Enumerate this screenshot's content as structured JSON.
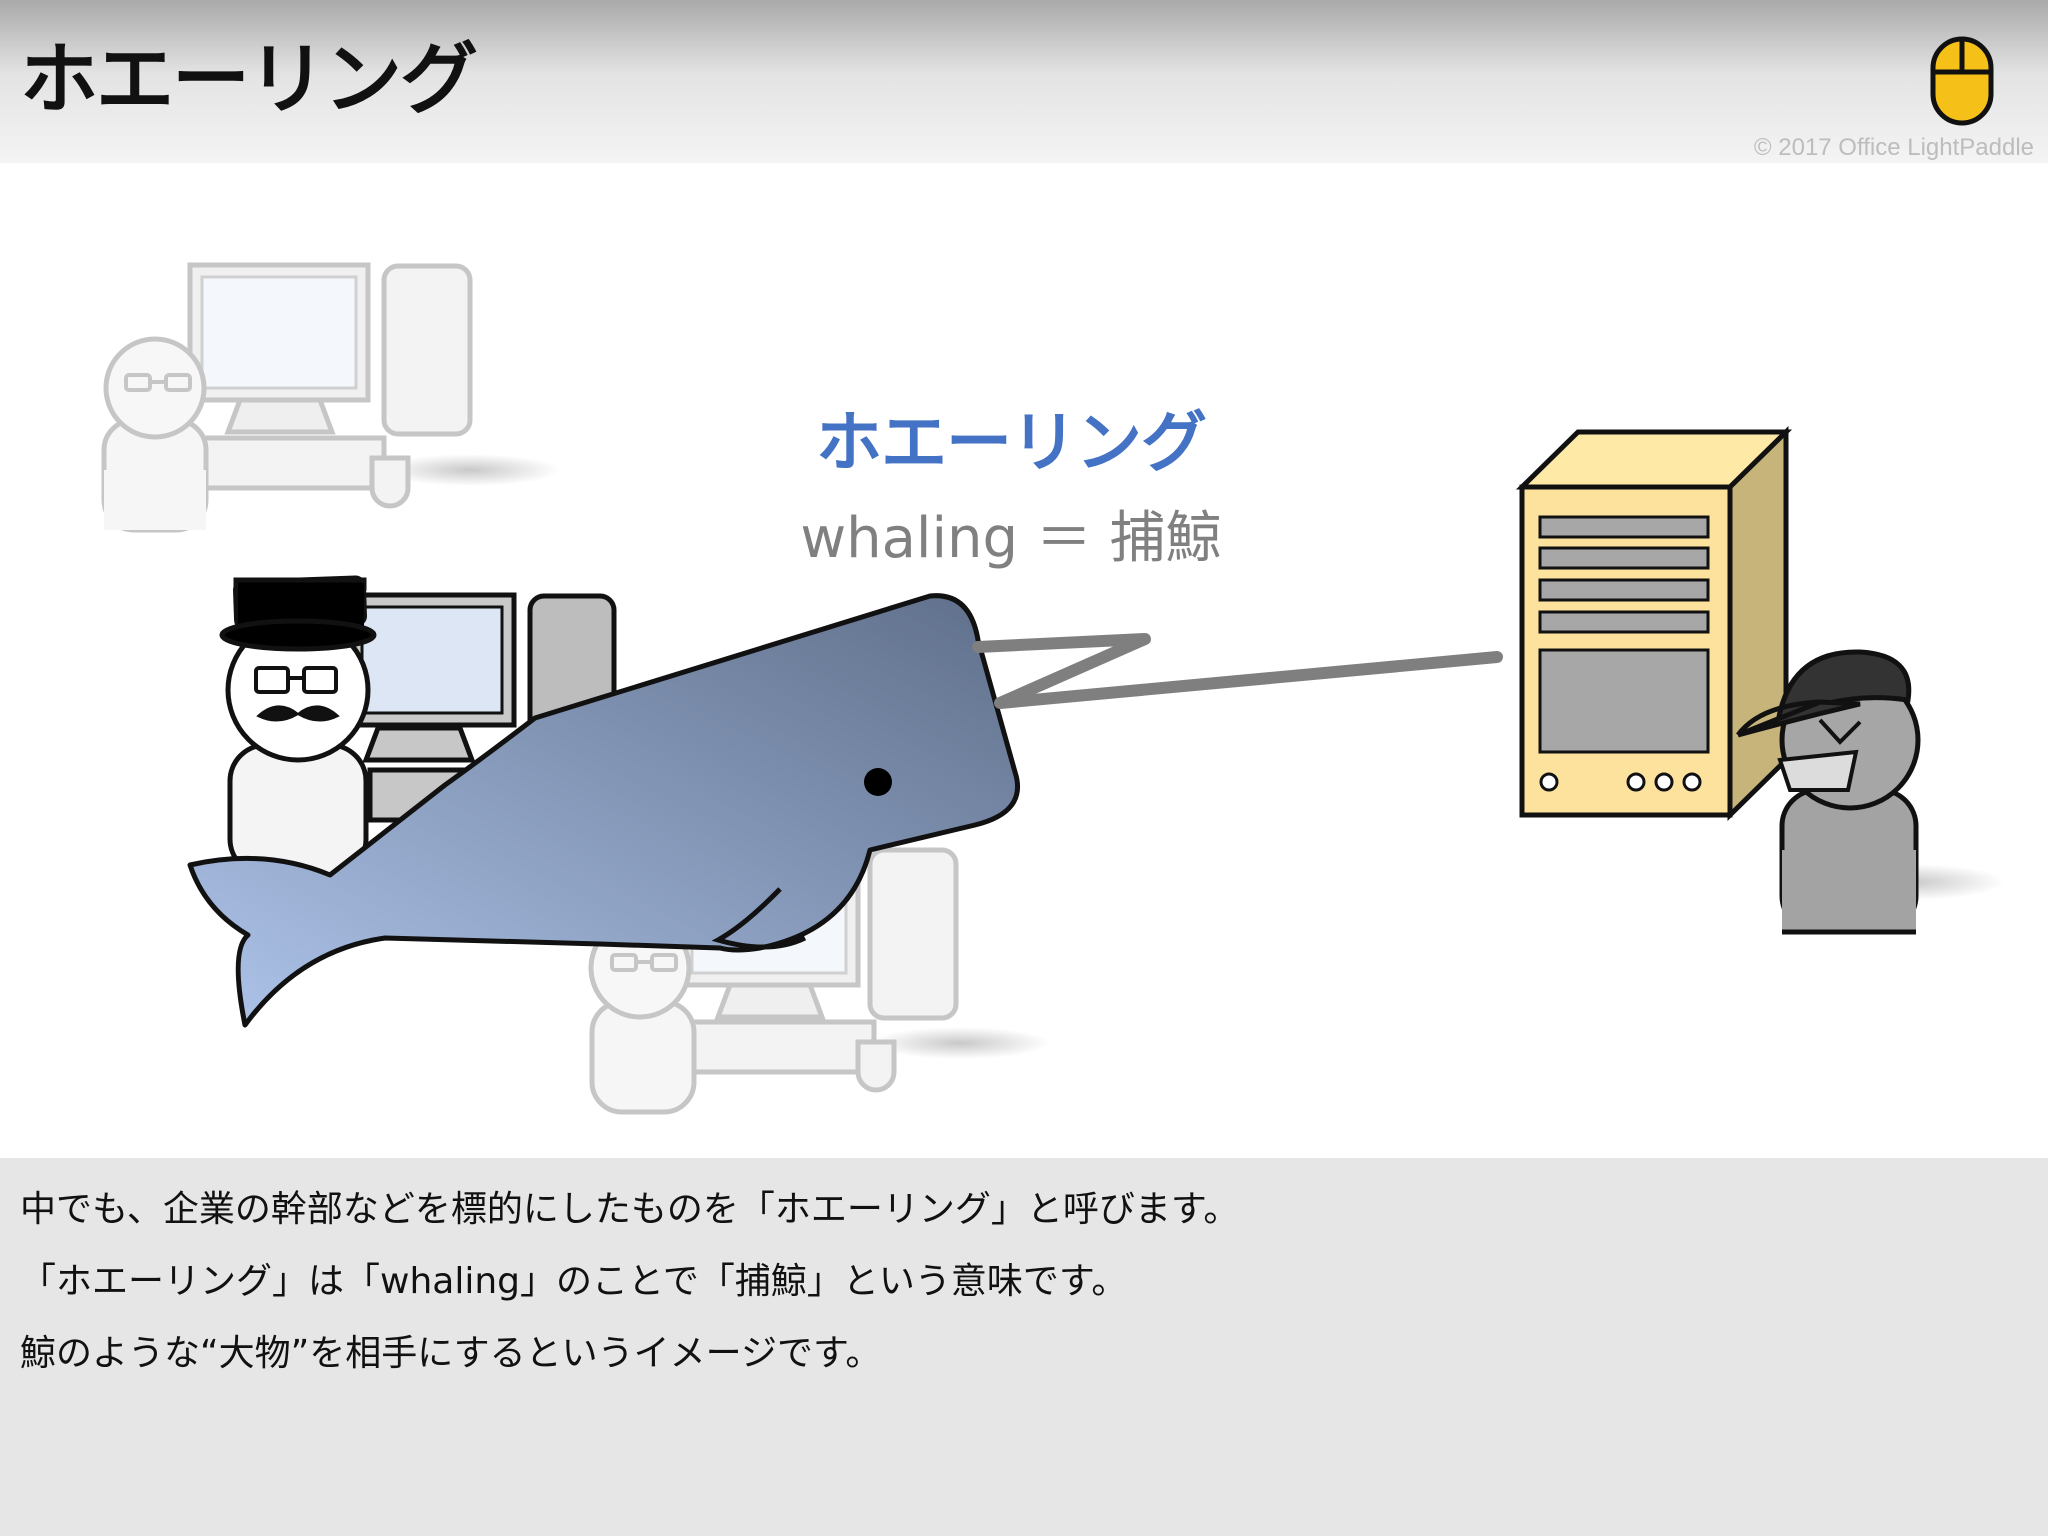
{
  "header": {
    "title": "ホエーリング",
    "copyright": "© 2017 Office LightPaddle",
    "logo_icon": "mouse-icon",
    "logo_color": "#f5c018"
  },
  "diagram": {
    "title": "ホエーリング",
    "subtitle": "whaling ＝ 捕鯨",
    "title_color": "#4472c4",
    "subtitle_color": "#808080",
    "icons": [
      "employee-pc-icon",
      "executive-pc-icon",
      "whale-icon",
      "lightning-bolt-icon",
      "server-icon",
      "attacker-icon"
    ]
  },
  "description": {
    "lines": [
      "中でも、企業の幹部などを標的にしたものを「ホエーリング」と呼びます。",
      "「ホエーリング」は「whaling」のことで「捕鯨」という意味です。",
      "鯨のような“大物”を相手にするというイメージです。"
    ]
  }
}
